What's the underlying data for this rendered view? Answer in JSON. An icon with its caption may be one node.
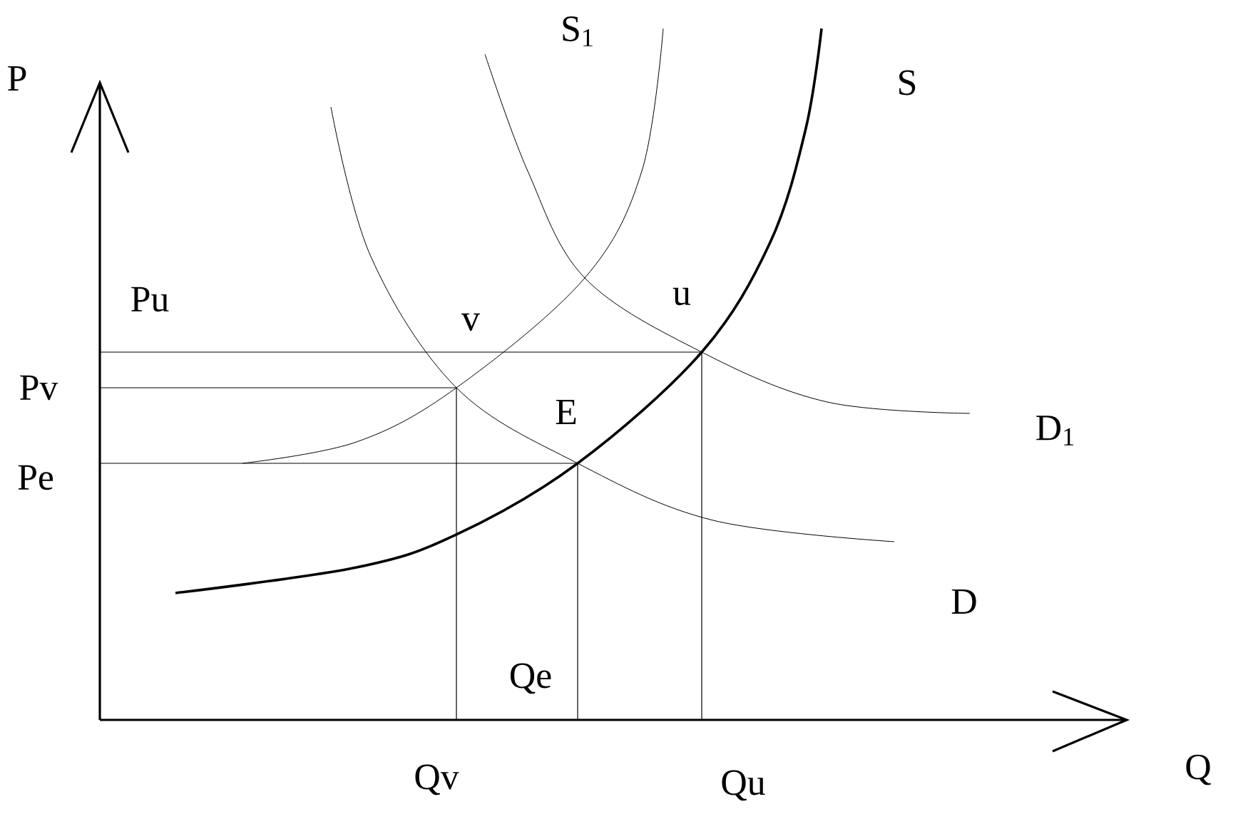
{
  "diagram": {
    "labels": [
      "P",
      "S$_{1}$",
      "S",
      "Pu",
      "v",
      "u",
      "Pv",
      "E",
      "D$_{1}$",
      "Pe",
      "D",
      "Qe",
      "Qv",
      "Qu",
      "Q"
    ]
  }
}
